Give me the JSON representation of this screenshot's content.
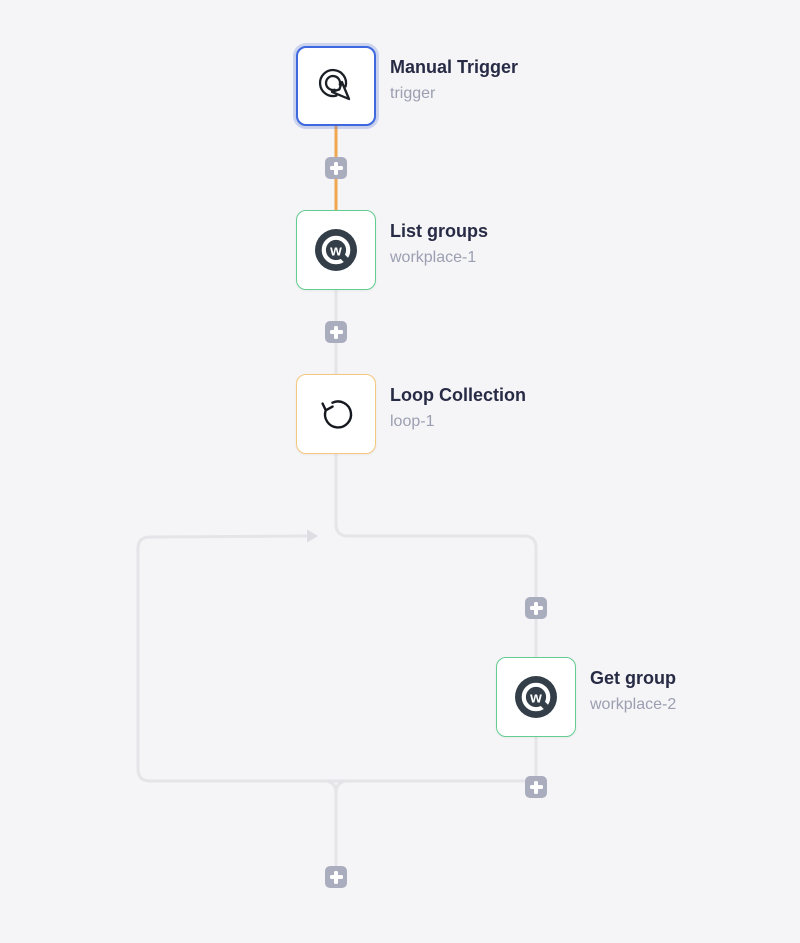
{
  "app": {
    "view": "workflow-builder-canvas"
  },
  "colors": {
    "canvas_background": "#f5f4f6",
    "connector_default": "#e5e4e9",
    "connector_active": "#f1a750",
    "trigger_accent": "#3d68de",
    "connector_success": "#63cc90",
    "loop_accent": "#f3c87d",
    "add_button": "#a9adbe",
    "node_title": "#272b45",
    "node_subtitle": "#9b9fb1",
    "workplace_logo": "#333e48"
  },
  "nodes": [
    {
      "id": "manual-trigger",
      "title": "Manual Trigger",
      "subtitle": "trigger",
      "icon": "manual-trigger-icon",
      "accent": "#3d68de",
      "selected": true
    },
    {
      "id": "list-groups",
      "title": "List groups",
      "subtitle": "workplace-1",
      "icon": "workplace-icon",
      "accent": "#63cc90",
      "selected": false
    },
    {
      "id": "loop-collection",
      "title": "Loop Collection",
      "subtitle": "loop-1",
      "icon": "loop-icon",
      "accent": "#f3c87d",
      "selected": false
    },
    {
      "id": "get-group",
      "title": "Get group",
      "subtitle": "workplace-2",
      "icon": "workplace-icon",
      "accent": "#63cc90",
      "selected": false
    }
  ],
  "add_buttons": {
    "icon": "plus-icon",
    "count": 5
  },
  "loop": {
    "direction_arrow": "loop-return-arrow-icon"
  }
}
